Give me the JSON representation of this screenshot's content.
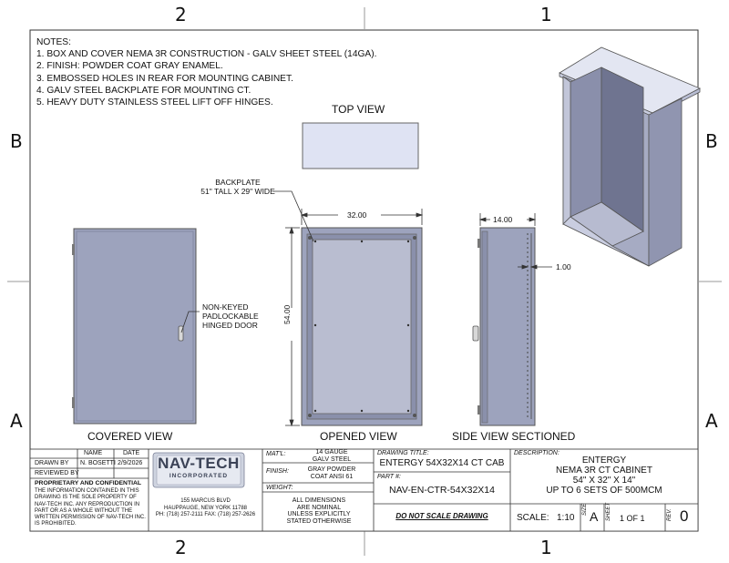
{
  "zones": {
    "top_left": "2",
    "top_right": "1",
    "bottom_left": "2",
    "bottom_right": "1",
    "left_upper": "B",
    "left_lower": "A",
    "right_upper": "B",
    "right_lower": "A"
  },
  "notes": {
    "title": "NOTES:",
    "items": [
      "1. BOX AND COVER NEMA 3R CONSTRUCTION - GALV SHEET STEEL (14GA).",
      "2. FINISH: POWDER COAT GRAY ENAMEL.",
      "3. EMBOSSED HOLES IN REAR FOR MOUNTING CABINET.",
      "4. GALV STEEL BACKPLATE FOR MOUNTING CT.",
      "5. HEAVY DUTY STAINLESS STEEL LIFT OFF HINGES."
    ]
  },
  "views": {
    "top": "TOP VIEW",
    "covered": "COVERED VIEW",
    "opened": "OPENED VIEW",
    "side": "SIDE VIEW SECTIONED"
  },
  "callouts": {
    "backplate_1": "BACKPLATE",
    "backplate_2": "51\" TALL X 29\" WIDE",
    "door_1": "NON-KEYED",
    "door_2": "PADLOCKABLE",
    "door_3": "HINGED DOOR"
  },
  "dims": {
    "width": "32.00",
    "height": "54.00",
    "depth": "14.00",
    "offset": "1.00"
  },
  "title_block": {
    "col_name": "NAME",
    "col_date": "DATE",
    "drawn_by_label": "DRAWN BY",
    "drawn_by_name": "N. BOSETTI",
    "drawn_date": "2/9/2026",
    "reviewed_by_label": "REVIEWED BY",
    "prop_title": "PROPRIETARY AND CONFIDENTIAL",
    "prop_lines": [
      "THE INFORMATION CONTAINED IN THIS",
      "DRAWING IS THE SOLE PROPERTY OF",
      "NAV-TECH INC. ANY REPRODUCTION IN",
      "PART OR AS A WHOLE WITHOUT THE",
      "WRITTEN PERMISSION OF NAV-TECH INC.",
      "IS PROHIBITED."
    ],
    "logo_main": "NAV-TECH",
    "logo_sub": "INCORPORATED",
    "address_1": "155 MARCUS BLVD",
    "address_2": "HAUPPAUGE, NEW YORK 11788",
    "address_3": "PH: (718) 257-2111   FAX: (718) 257-2626",
    "matl_label": "MAT'L:",
    "matl_1": "14 GAUGE",
    "matl_2": "GALV STEEL",
    "finish_label": "FINISH:",
    "finish_1": "GRAY POWDER",
    "finish_2": "COAT ANSI 61",
    "weight_label": "WEIGHT:",
    "dims_note_1": "ALL DIMENSIONS",
    "dims_note_2": "ARE NOMINAL",
    "dims_note_3": "UNLESS EXPLICITLY",
    "dims_note_4": "STATED OTHERWISE",
    "drawing_title_label": "DRAWING TITLE:",
    "drawing_title": "ENTERGY 54X32X14 CT CAB",
    "part_label": "PART #:",
    "part_number": "NAV-EN-CTR-54X32X14",
    "no_scale": "DO NOT SCALE DRAWING",
    "desc_label": "DESCRIPTION:",
    "desc_1": "ENTERGY",
    "desc_2": "NEMA 3R CT CABINET",
    "desc_3": "54\" X 32\" X 14\"",
    "desc_4": "UP TO 6 SETS OF 500MCM",
    "scale_label": "SCALE:",
    "scale_value": "1:10",
    "size_label": "SIZE",
    "size_value": "A",
    "sheet_label": "SHEET",
    "sheet_value": "1 OF 1",
    "rev_label": "REV.",
    "rev_value": "0"
  },
  "colors": {
    "cabinet": "#9da3bd",
    "cabinet_dark": "#8a90ab",
    "backplate": "#b9bdd0",
    "top": "#dfe3f3",
    "line": "#333333"
  }
}
